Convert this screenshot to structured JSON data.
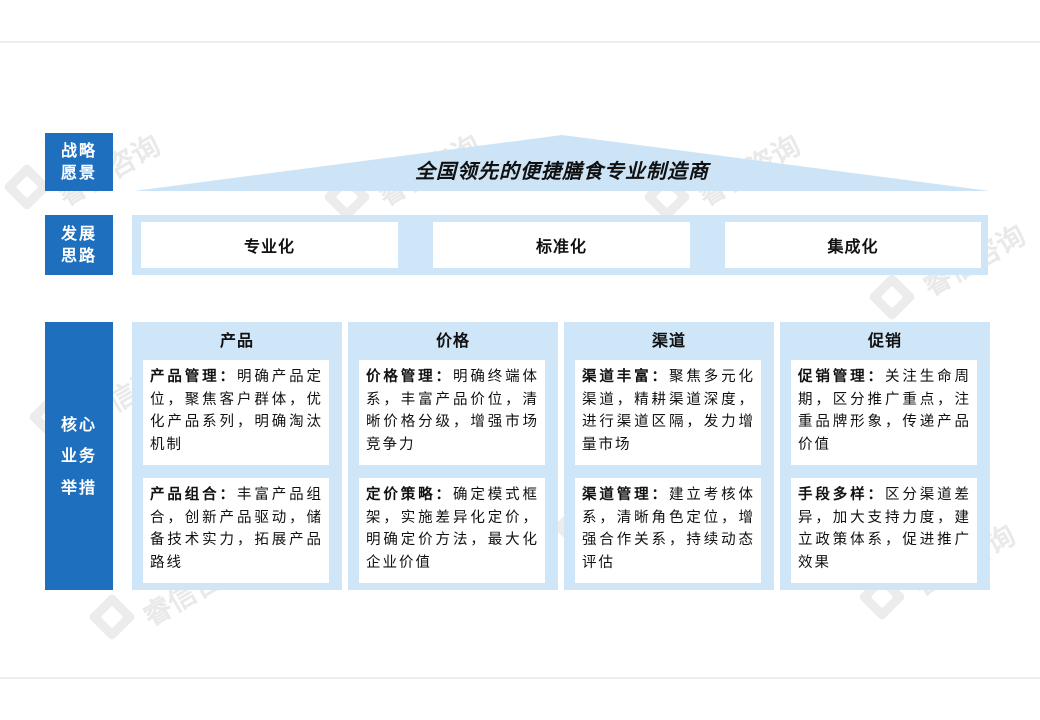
{
  "labels": {
    "vision": [
      "战略",
      "愿景"
    ],
    "path": [
      "发展",
      "思路"
    ],
    "core": [
      "核心",
      "业务",
      "举措"
    ]
  },
  "vision_title": "全国领先的便捷膳食专业制造商",
  "paths": [
    "专业化",
    "标准化",
    "集成化"
  ],
  "columns": [
    {
      "title": "产品",
      "cards": [
        {
          "term": "产品管理：",
          "text": "明确产品定位，聚焦客户群体，优化产品系列，明确淘汰机制"
        },
        {
          "term": "产品组合：",
          "text": "丰富产品组合，创新产品驱动，储备技术实力，拓展产品路线"
        }
      ]
    },
    {
      "title": "价格",
      "cards": [
        {
          "term": "价格管理：",
          "text": "明确终端体系，丰富产品价位，清晰价格分级，增强市场竞争力"
        },
        {
          "term": "定价策略：",
          "text": "确定模式框架，实施差异化定价，明确定价方法，最大化企业价值"
        }
      ]
    },
    {
      "title": "渠道",
      "cards": [
        {
          "term": "渠道丰富：",
          "text": "聚焦多元化渠道，精耕渠道深度，进行渠道区隔，发力增量市场"
        },
        {
          "term": "渠道管理：",
          "text": "建立考核体系，清晰角色定位，增强合作关系，持续动态评估"
        }
      ]
    },
    {
      "title": "促销",
      "cards": [
        {
          "term": "促销管理：",
          "text": "关注生命周期，区分推广重点，注重品牌形象，传递产品价值"
        },
        {
          "term": "手段多样：",
          "text": "区分渠道差异，加大支持力度，建立政策体系，促进推广效果"
        }
      ]
    }
  ],
  "watermark": "睿信咨询",
  "colors": {
    "label_blue": "#1f6fbf",
    "band_light": "#cfe5f8",
    "roof_light": "#cde4f7"
  }
}
